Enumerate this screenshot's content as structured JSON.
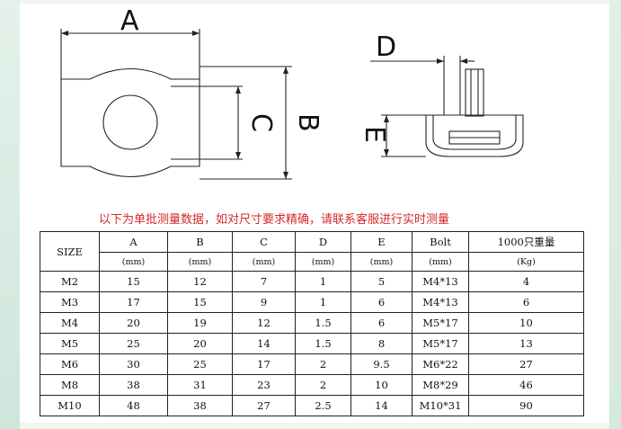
{
  "drawing": {
    "label_A": "A",
    "label_B": "B",
    "label_C": "C",
    "label_D": "D",
    "label_E": "E"
  },
  "notice": "以下为单批测量数据，如对尺寸要求精确，请联系客服进行实时测量",
  "table": {
    "size_header": "SIZE",
    "columns": [
      {
        "name": "A",
        "unit": "(mm)"
      },
      {
        "name": "B",
        "unit": "(mm)"
      },
      {
        "name": "C",
        "unit": "(mm)"
      },
      {
        "name": "D",
        "unit": "(mm)"
      },
      {
        "name": "E",
        "unit": "(mm)"
      },
      {
        "name": "Bolt",
        "unit": "(mm)"
      },
      {
        "name": "1000只重量",
        "unit": "(Kg)"
      }
    ],
    "rows": [
      [
        "M2",
        "15",
        "12",
        "7",
        "1",
        "5",
        "M4*13",
        "4"
      ],
      [
        "M3",
        "17",
        "15",
        "9",
        "1",
        "6",
        "M4*13",
        "6"
      ],
      [
        "M4",
        "20",
        "19",
        "12",
        "1.5",
        "6",
        "M5*17",
        "10"
      ],
      [
        "M5",
        "25",
        "20",
        "14",
        "1.5",
        "8",
        "M5*17",
        "13"
      ],
      [
        "M6",
        "30",
        "25",
        "17",
        "2",
        "9.5",
        "M6*22",
        "27"
      ],
      [
        "M8",
        "38",
        "31",
        "23",
        "2",
        "10",
        "M8*29",
        "46"
      ],
      [
        "M10",
        "48",
        "38",
        "27",
        "2.5",
        "14",
        "M10*31",
        "90"
      ]
    ]
  },
  "colors": {
    "notice": "#d42a2a",
    "line": "#111111",
    "watermark": "#dc3c50"
  }
}
